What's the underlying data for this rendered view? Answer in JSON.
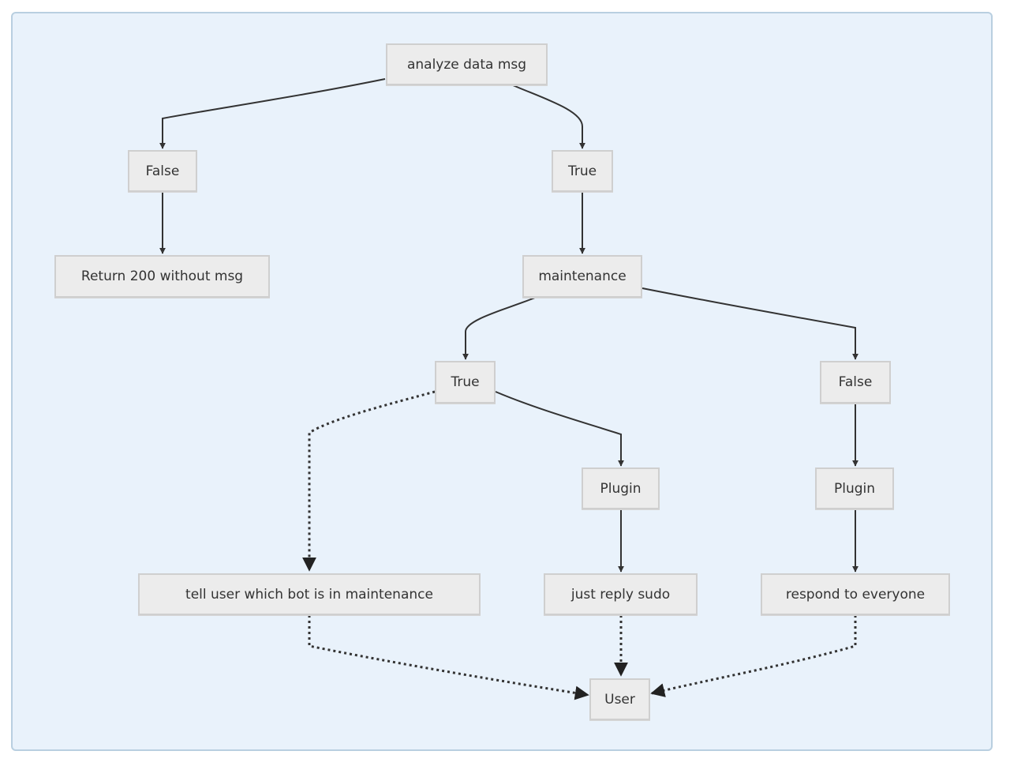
{
  "colors": {
    "background": "#e9f2fb",
    "border": "#b9cfe0",
    "node_fill": "#ececec",
    "node_border": "#cfcfcf",
    "edge": "#333333"
  },
  "nodes": {
    "analyze": "analyze data msg",
    "false1": "False",
    "true1": "True",
    "return200": "Return 200 without msg",
    "maintenance": "maintenance",
    "true2": "True",
    "false2": "False",
    "plugin1": "Plugin",
    "plugin2": "Plugin",
    "tell_user": "tell user which bot is in maintenance",
    "reply_sudo": "just reply sudo",
    "respond_all": "respond to everyone",
    "user": "User"
  },
  "edges": [
    {
      "from": "analyze",
      "to": "false1",
      "style": "solid"
    },
    {
      "from": "analyze",
      "to": "true1",
      "style": "solid"
    },
    {
      "from": "false1",
      "to": "return200",
      "style": "solid"
    },
    {
      "from": "true1",
      "to": "maintenance",
      "style": "solid"
    },
    {
      "from": "maintenance",
      "to": "true2",
      "style": "solid"
    },
    {
      "from": "maintenance",
      "to": "false2",
      "style": "solid"
    },
    {
      "from": "true2",
      "to": "tell_user",
      "style": "dotted"
    },
    {
      "from": "true2",
      "to": "plugin1",
      "style": "solid"
    },
    {
      "from": "false2",
      "to": "plugin2",
      "style": "solid"
    },
    {
      "from": "plugin1",
      "to": "reply_sudo",
      "style": "solid"
    },
    {
      "from": "plugin2",
      "to": "respond_all",
      "style": "solid"
    },
    {
      "from": "tell_user",
      "to": "user",
      "style": "dotted"
    },
    {
      "from": "reply_sudo",
      "to": "user",
      "style": "dotted"
    },
    {
      "from": "respond_all",
      "to": "user",
      "style": "dotted"
    }
  ]
}
